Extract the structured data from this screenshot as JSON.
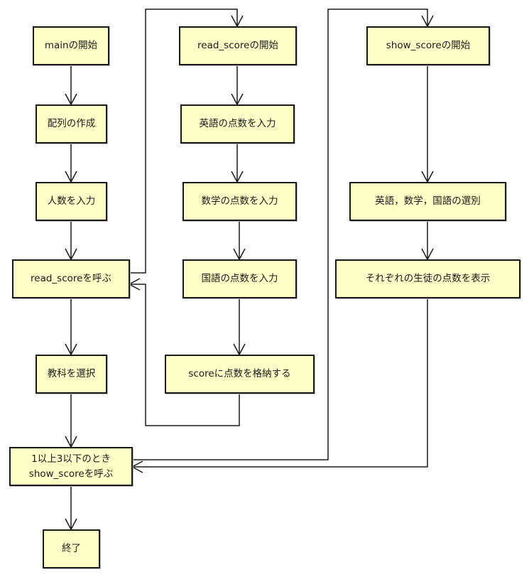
{
  "nodes": {
    "main_start": "mainの開始",
    "make_array": "配列の作成",
    "input_count": "人数を入力",
    "call_read_score": "read_scoreを呼ぶ",
    "select_subject": "教科を選択",
    "call_show_score": "1以上3以下のとき\nshow_scoreを呼ぶ",
    "end": "終了",
    "read_score_start": "read_scoreの開始",
    "input_english": "英語の点数を入力",
    "input_math": "数学の点数を入力",
    "input_japanese": "国語の点数を入力",
    "store_score": "scoreに点数を格納する",
    "show_score_start": "show_scoreの開始",
    "select_english_math_japanese": "英語，数学，国語の選別",
    "display_scores": "それぞれの生徒の点数を表示"
  },
  "edges": [
    {
      "from": "main_start",
      "to": "make_array"
    },
    {
      "from": "make_array",
      "to": "input_count"
    },
    {
      "from": "input_count",
      "to": "call_read_score"
    },
    {
      "from": "call_read_score",
      "to": "read_score_start"
    },
    {
      "from": "read_score_start",
      "to": "input_english"
    },
    {
      "from": "input_english",
      "to": "input_math"
    },
    {
      "from": "input_math",
      "to": "input_japanese"
    },
    {
      "from": "input_japanese",
      "to": "store_score"
    },
    {
      "from": "store_score",
      "to": "call_read_score"
    },
    {
      "from": "call_read_score",
      "to": "select_subject"
    },
    {
      "from": "select_subject",
      "to": "call_show_score"
    },
    {
      "from": "call_show_score",
      "to": "show_score_start"
    },
    {
      "from": "show_score_start",
      "to": "select_english_math_japanese"
    },
    {
      "from": "select_english_math_japanese",
      "to": "display_scores"
    },
    {
      "from": "display_scores",
      "to": "call_show_score"
    },
    {
      "from": "call_show_score",
      "to": "end"
    }
  ],
  "colors": {
    "node_fill": "#ffffc8",
    "node_border": "#1a1a1a",
    "edge": "#1a1a1a"
  }
}
